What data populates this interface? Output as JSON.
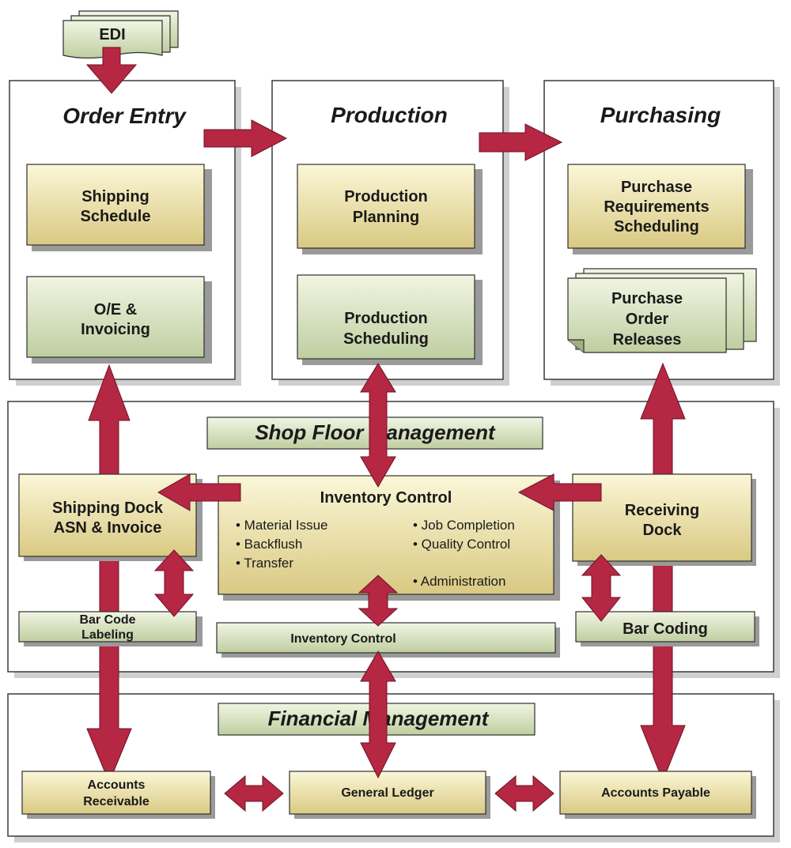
{
  "edi": {
    "label": "EDI"
  },
  "sections": {
    "order_entry": {
      "title": "Order Entry"
    },
    "production": {
      "title": "Production"
    },
    "purchasing": {
      "title": "Purchasing"
    }
  },
  "boxes": {
    "shipping_schedule": [
      "Shipping",
      "Schedule"
    ],
    "oe_invoicing": [
      "O/E &",
      "Invoicing"
    ],
    "production_planning": [
      "Production",
      "Planning"
    ],
    "production_scheduling": [
      "Production",
      "Scheduling"
    ],
    "purchase_requirements": [
      "Purchase",
      "Requirements",
      "Scheduling"
    ],
    "purchase_order_releases": [
      "Purchase",
      "Order",
      "Releases"
    ]
  },
  "shop_floor": {
    "title": "Shop Floor Management",
    "shipping_dock": [
      "Shipping Dock",
      "ASN & Invoice"
    ],
    "receiving_dock": [
      "Receiving",
      "Dock"
    ],
    "inventory_control": {
      "title": "Inventory Control",
      "left_items": [
        "• Material Issue",
        "• Backflush",
        "• Transfer"
      ],
      "right_items": [
        "• Job Completion",
        "• Quality Control",
        "• Administration"
      ]
    },
    "bar_code_labeling": [
      "Bar Code",
      "Labeling"
    ],
    "inventory_control_bar": "Inventory Control",
    "bar_coding": "Bar Coding"
  },
  "financial": {
    "title": "Financial Management",
    "accounts_receivable": [
      "Accounts",
      "Receivable"
    ],
    "general_ledger": "General Ledger",
    "accounts_payable": "Accounts Payable"
  },
  "colors": {
    "arrow": "#b52743",
    "box_yellow": "#e7dc9b",
    "box_green": "#d3dfbc"
  }
}
